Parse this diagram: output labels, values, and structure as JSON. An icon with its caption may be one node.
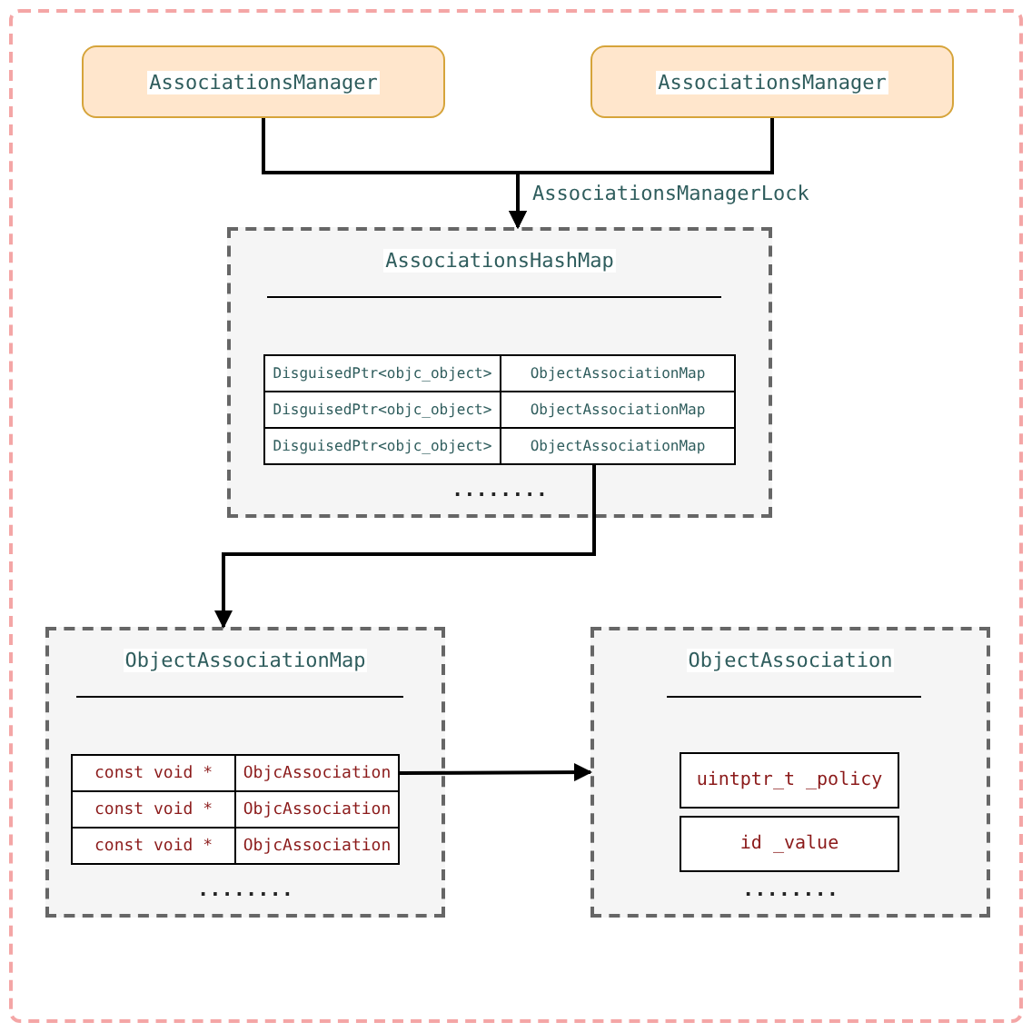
{
  "diagram": {
    "nodes": [
      {
        "text": [
          "AssociationsManager"
        ]
      },
      {
        "text": [
          "AssociationsManager"
        ]
      },
      {
        "text": [
          "AssociationsHashMap",
          "........"
        ]
      },
      {
        "text": [
          "DisguisedPtr<objc_object>"
        ],
        "in": 2
      },
      {
        "text": [
          "ObjectAssociationMap"
        ],
        "in": 2
      },
      {
        "text": [
          "DisguisedPtr<objc_object>"
        ],
        "in": 2
      },
      {
        "text": [
          "ObjectAssociationMap"
        ],
        "in": 2
      },
      {
        "text": [
          "DisguisedPtr<objc_object>"
        ],
        "in": 2
      },
      {
        "text": [
          "ObjectAssociationMap"
        ],
        "in": 2
      },
      {
        "text": [
          "ObjectAssociationMap",
          "........"
        ]
      },
      {
        "text": [
          "const void *"
        ],
        "in": 9
      },
      {
        "text": [
          "ObjcAssociation"
        ],
        "in": 9
      },
      {
        "text": [
          "const void *"
        ],
        "in": 9
      },
      {
        "text": [
          "ObjcAssociation"
        ],
        "in": 9
      },
      {
        "text": [
          "const void *"
        ],
        "in": 9
      },
      {
        "text": [
          "ObjcAssociation"
        ],
        "in": 9
      },
      {
        "text": [
          "ObjectAssociation",
          "........"
        ]
      },
      {
        "text": [
          "uintptr_t _policy"
        ],
        "in": 16
      },
      {
        "text": [
          "id _value"
        ],
        "in": 16
      }
    ],
    "edges": [
      {
        "from": 0,
        "to": 2,
        "arrow": "to",
        "label": "AssociationsManagerLock"
      },
      {
        "from": 1,
        "to": 2,
        "arrow": "to"
      },
      {
        "from": 8,
        "to": 9,
        "arrow": "to"
      },
      {
        "from": 11,
        "to": 16,
        "arrow": "to"
      }
    ]
  }
}
